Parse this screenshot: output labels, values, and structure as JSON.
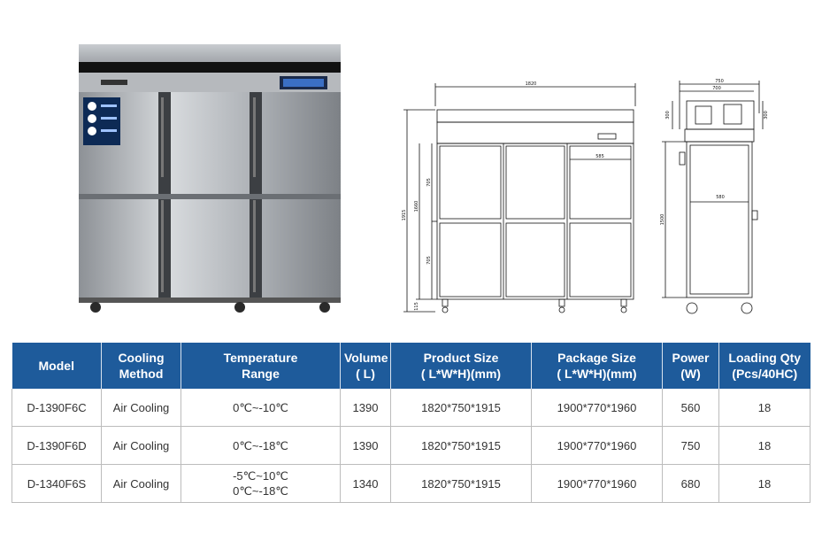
{
  "drawing": {
    "front_width": "1820",
    "front_height_total": "1915",
    "front_body_height": "1660",
    "front_upper_door": "705",
    "front_lower_door": "705",
    "front_leg": "115",
    "front_inner_width": "585",
    "side_depth_total": "750",
    "side_depth": "700",
    "side_top_left": "300",
    "side_top_right": "300",
    "side_inner_depth": "580",
    "side_body_height": "1500"
  },
  "table": {
    "headers": [
      [
        "Model"
      ],
      [
        "Cooling",
        "Method"
      ],
      [
        "Temperature",
        "Range"
      ],
      [
        "Volume",
        "( L)"
      ],
      [
        "Product Size",
        "( L*W*H)(mm)"
      ],
      [
        "Package Size",
        "( L*W*H)(mm)"
      ],
      [
        "Power",
        "(W)"
      ],
      [
        "Loading Qty",
        "(Pcs/40HC)"
      ]
    ],
    "rows": [
      [
        "D-1390F6C",
        "Air Cooling",
        "0℃~-10℃",
        "",
        "1390",
        "1820*750*1915",
        "1900*770*1960",
        "560",
        "18"
      ],
      [
        "D-1390F6D",
        "Air Cooling",
        "0℃~-18℃",
        "",
        "1390",
        "1820*750*1915",
        "1900*770*1960",
        "750",
        "18"
      ],
      [
        "D-1340F6S",
        "Air Cooling",
        "-5℃~10℃",
        "0℃~-18℃",
        "1340",
        "1820*750*1915",
        "1900*770*1960",
        "680",
        "18"
      ]
    ]
  },
  "colors": {
    "header_bg": "#1e5b9b",
    "header_text": "#ffffff"
  }
}
